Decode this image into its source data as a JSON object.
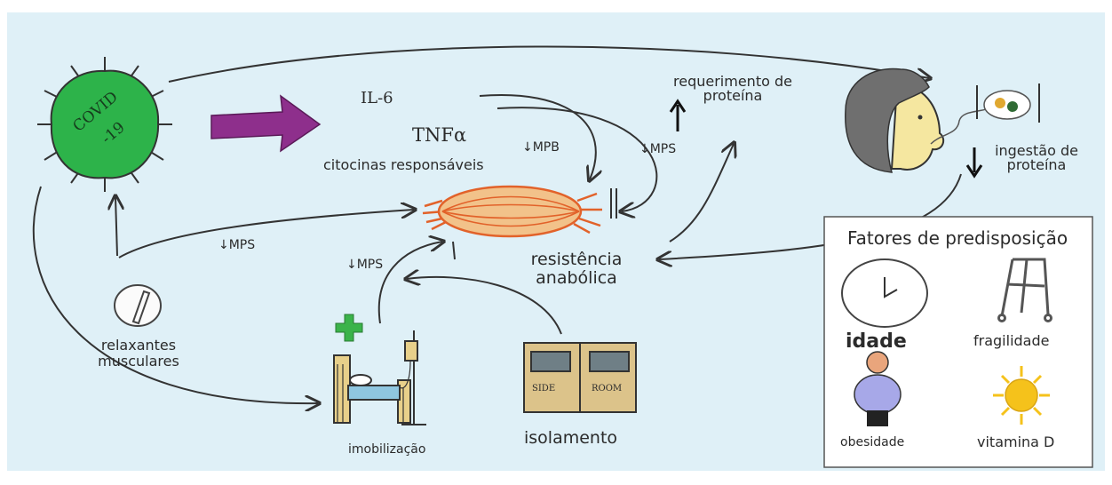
{
  "covid": {
    "line1": "COVID",
    "line2": "-19"
  },
  "cytokines": {
    "il6": "IL-6",
    "tnf": "TNFα",
    "caption": "citocinas responsáveis"
  },
  "labels": {
    "mpb_down": "↓MPB",
    "mps_down_right": "↓MPS",
    "mps_down_left": "↓MPS",
    "mps_down_center": "↓MPS",
    "relaxants_line1": "relaxantes",
    "relaxants_line2": "musculares",
    "immobilization": "imobilização",
    "isolation": "isolamento",
    "resistance_line1": "resistência",
    "resistance_line2": "anabólica",
    "protein_req_line1": "requerimento de",
    "protein_req_line2": "proteína",
    "protein_intake_line1": "ingestão de",
    "protein_intake_line2": "proteína",
    "door_left": "SIDE",
    "door_right": "ROOM"
  },
  "factors": {
    "title": "Fatores de predisposição",
    "age": "idade",
    "frailty": "fragilidade",
    "obesity": "obesidade",
    "vitamin_d": "vitamina D"
  },
  "colors": {
    "background": "#dff0f7",
    "virus": "#2db34a",
    "arrow_purple": "#8e2f8c",
    "muscle": "#f2c28a",
    "muscle_fibers": "#e2622a",
    "cross": "#3bb34a",
    "sun": "#f5c21b",
    "door": "#dcc38a",
    "skin": "#f5e7a0",
    "hair": "#6f6f6f"
  }
}
